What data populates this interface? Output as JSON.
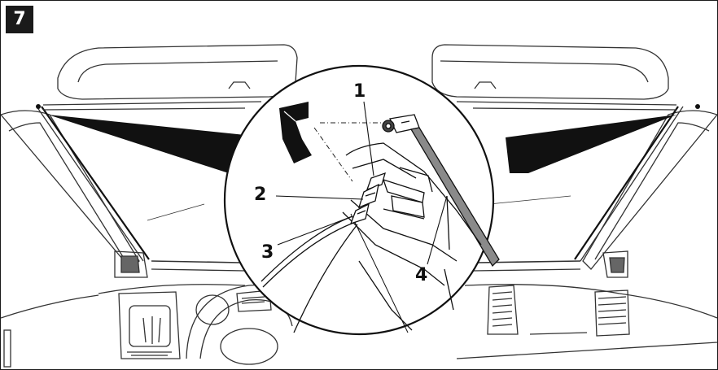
{
  "step": {
    "number": "7"
  },
  "callouts": {
    "c1": "1",
    "c2": "2",
    "c3": "3",
    "c4": "4"
  },
  "icons": {
    "rotate_arrow": "rotate-arrow-icon",
    "clip": "clip-icon"
  },
  "colors": {
    "line": "#222222",
    "wiper_shade": "#8a8a8a",
    "fill_dark": "#111111"
  }
}
